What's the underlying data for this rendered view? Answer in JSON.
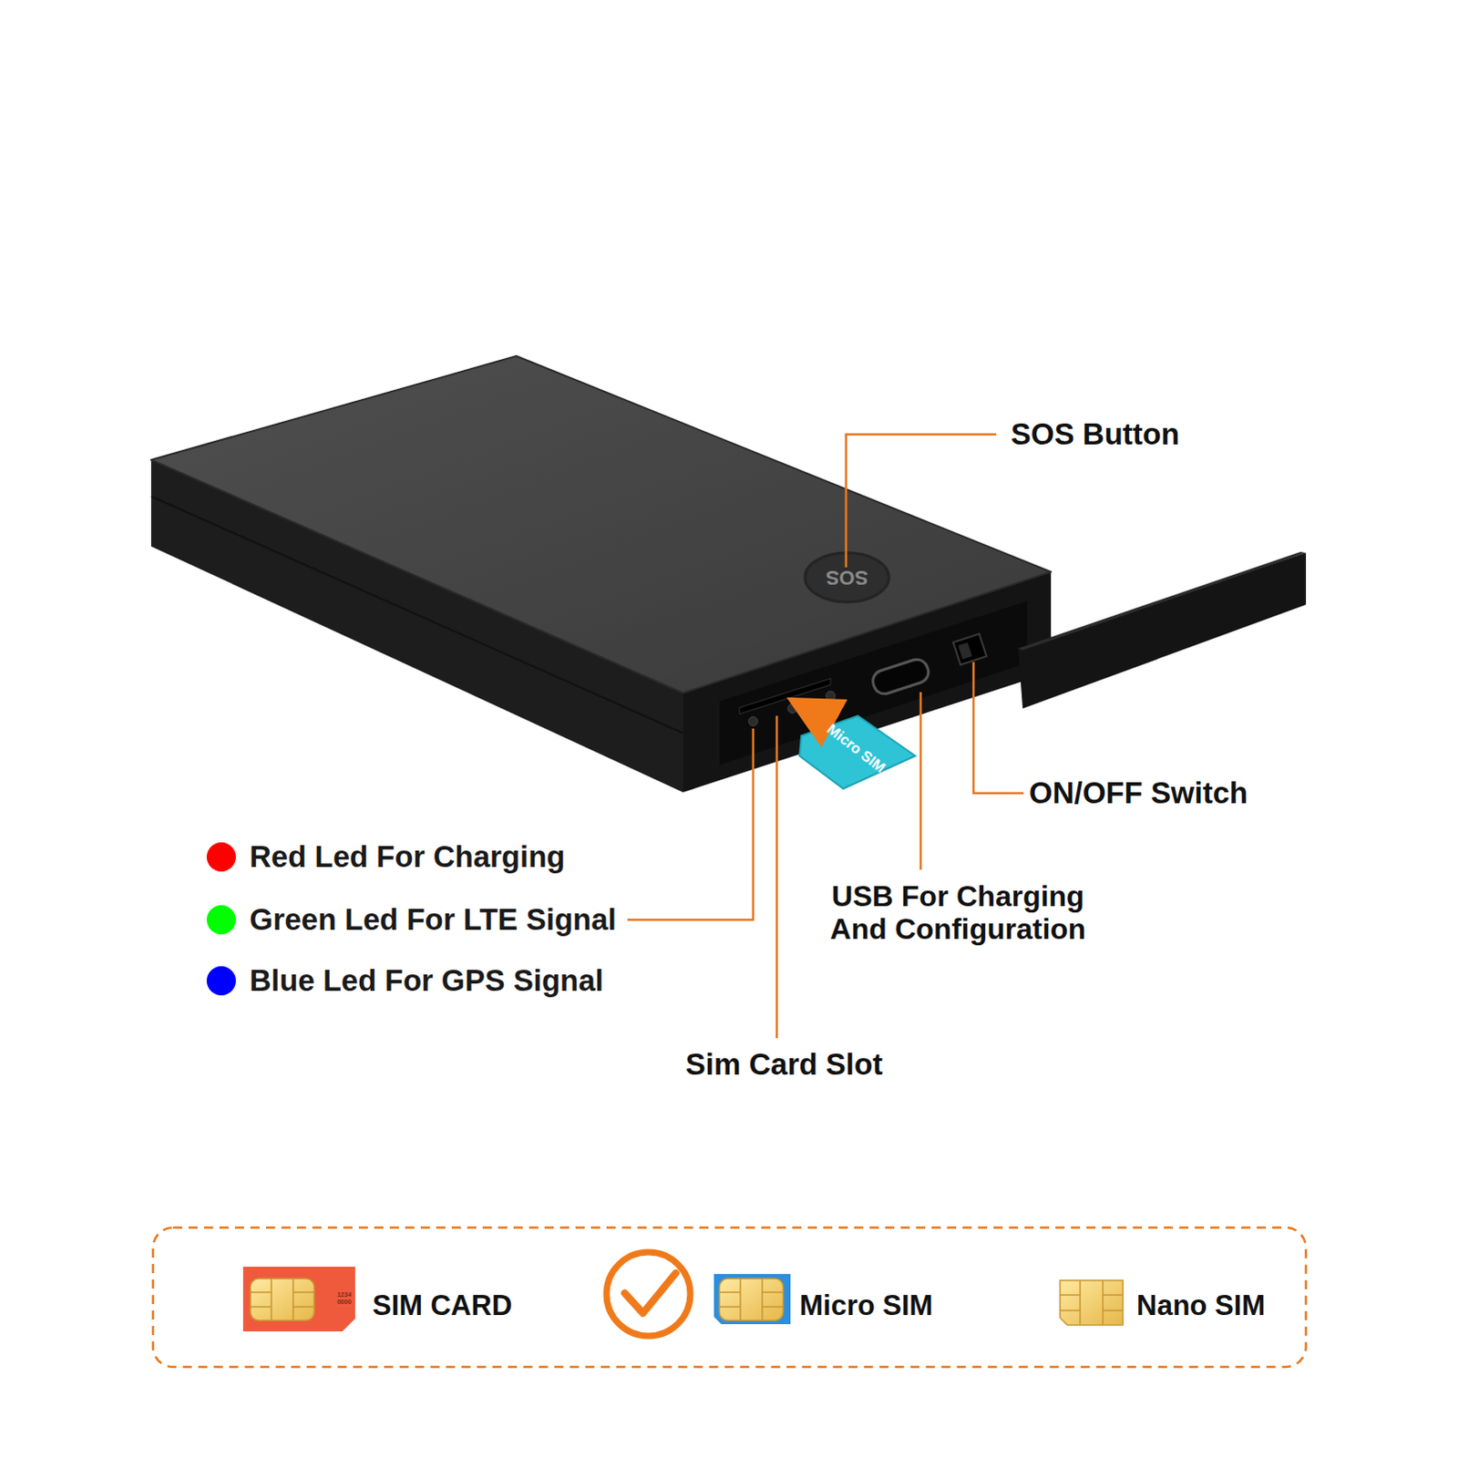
{
  "diagram": {
    "labels": [
      "SOS",
      "Micro SIM",
      "SOS Button",
      "ON/OFF Switch",
      "USB For Charging And Configuration",
      "Sim Card Slot",
      "1234 0000",
      "SIM CARD",
      "Micro SIM",
      "Nano SIM"
    ],
    "legend": [
      {
        "text": "Red Led For Charging",
        "color": "#ff0000"
      },
      {
        "text": "Green Led For LTE Signal",
        "color": "#00ff00"
      },
      {
        "text": "Blue Led For GPS Signal",
        "color": "#0000ff"
      }
    ]
  }
}
